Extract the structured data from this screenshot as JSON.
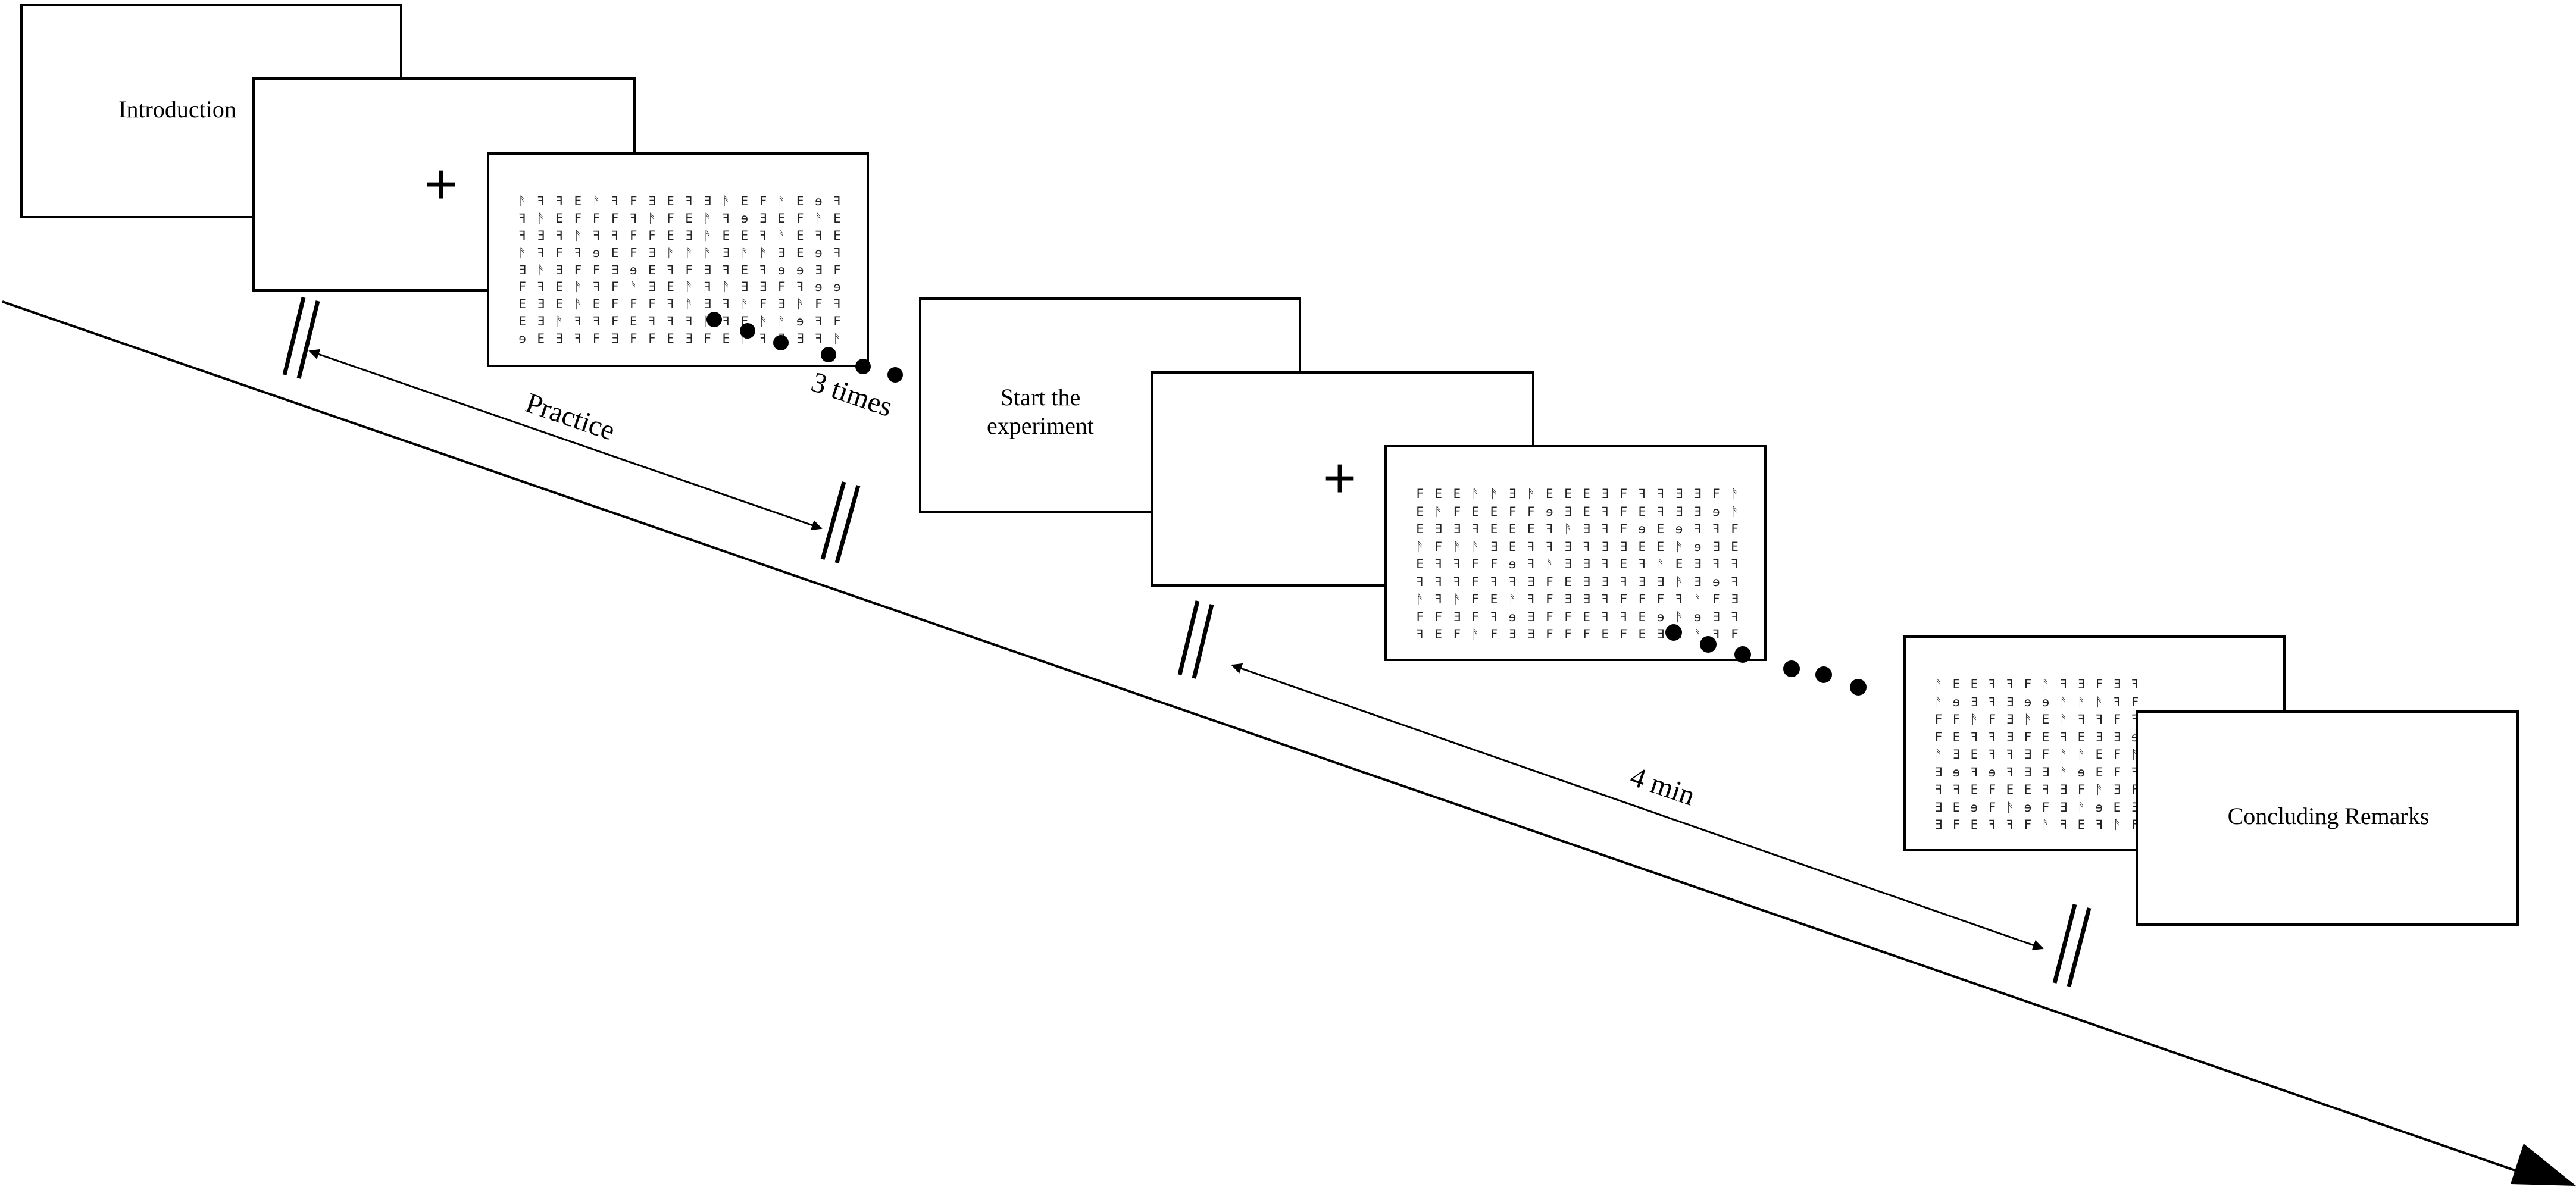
{
  "screens": {
    "introduction": "Introduction",
    "start_experiment": "Start the\nexperiment",
    "concluding": "Concluding Remarks",
    "fixation": "+"
  },
  "labels": {
    "practice": "Practice",
    "repeat": "3 times",
    "duration": "4 min"
  },
  "glyphs": [
    "F",
    "ꟻ",
    "E",
    "Ǝ",
    "ꟻ",
    "ᚫ",
    "ꟻ",
    "E",
    "ɘ",
    "ᚫ",
    "Ǝ",
    "F"
  ]
}
